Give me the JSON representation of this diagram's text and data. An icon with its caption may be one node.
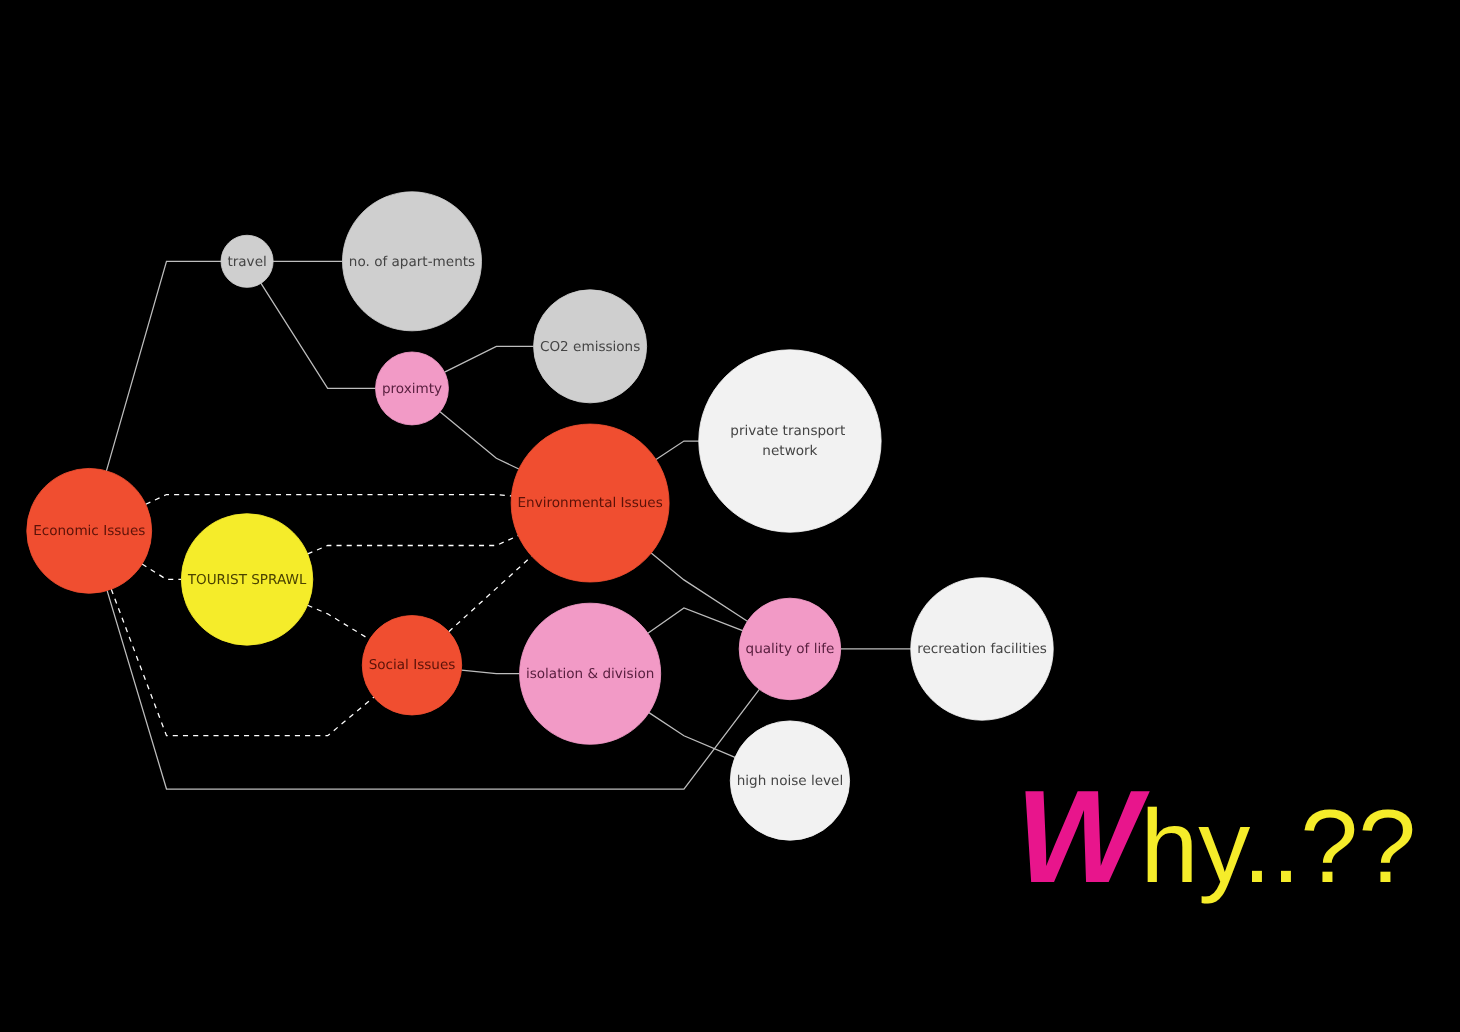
{
  "diagram": {
    "nodes": [
      {
        "text": [
          "no. of apart-ments"
        ]
      },
      {
        "text": [
          "CO2 emissions"
        ]
      },
      {
        "text": [
          "travel"
        ]
      },
      {
        "text": [
          "proximty"
        ]
      },
      {
        "text": [
          "Economic Issues"
        ]
      },
      {
        "text": [
          "Environmental Issues"
        ]
      },
      {
        "text": [
          "TOURIST SPRAWL"
        ]
      },
      {
        "text": [
          "private transport network"
        ]
      },
      {
        "text": [
          "Social Issues"
        ]
      },
      {
        "text": [
          "quality of life"
        ]
      },
      {
        "text": [
          "recreation facilities"
        ]
      },
      {
        "text": [
          "isolation & division"
        ]
      },
      {
        "text": [
          "high noise level"
        ]
      }
    ],
    "edges": [
      {
        "from": 2,
        "to": 0,
        "arrow": "none"
      },
      {
        "from": 3,
        "to": 1,
        "arrow": "none"
      },
      {
        "from": 4,
        "to": 2,
        "arrow": "none"
      },
      {
        "from": 2,
        "to": 3,
        "arrow": "none"
      },
      {
        "from": 3,
        "to": 5,
        "arrow": "none"
      },
      {
        "from": 4,
        "to": 5,
        "arrow": "none",
        "style": "dashed",
        "color": "#ffffff"
      },
      {
        "from": 4,
        "to": 6,
        "arrow": "none",
        "style": "dashed",
        "color": "#ffffff"
      },
      {
        "from": 6,
        "to": 5,
        "arrow": "none",
        "style": "dashed",
        "color": "#ffffff"
      },
      {
        "from": 5,
        "to": 7,
        "arrow": "none"
      },
      {
        "from": 4,
        "to": 8,
        "arrow": "none",
        "style": "dashed",
        "color": "#ffffff"
      },
      {
        "from": 6,
        "to": 8,
        "arrow": "none",
        "style": "dashed",
        "color": "#ffffff"
      },
      {
        "from": 8,
        "to": 5,
        "arrow": "none",
        "style": "dashed",
        "color": "#ffffff"
      },
      {
        "from": 4,
        "to": 9,
        "arrow": "none"
      },
      {
        "from": 5,
        "to": 9,
        "arrow": "none"
      },
      {
        "from": 9,
        "to": 10,
        "arrow": "none"
      },
      {
        "from": 8,
        "to": 11,
        "arrow": "none"
      },
      {
        "from": 11,
        "to": 9,
        "arrow": "none"
      },
      {
        "from": 11,
        "to": 12,
        "arrow": "none"
      }
    ],
    "labels": [
      "Why..??"
    ]
  }
}
